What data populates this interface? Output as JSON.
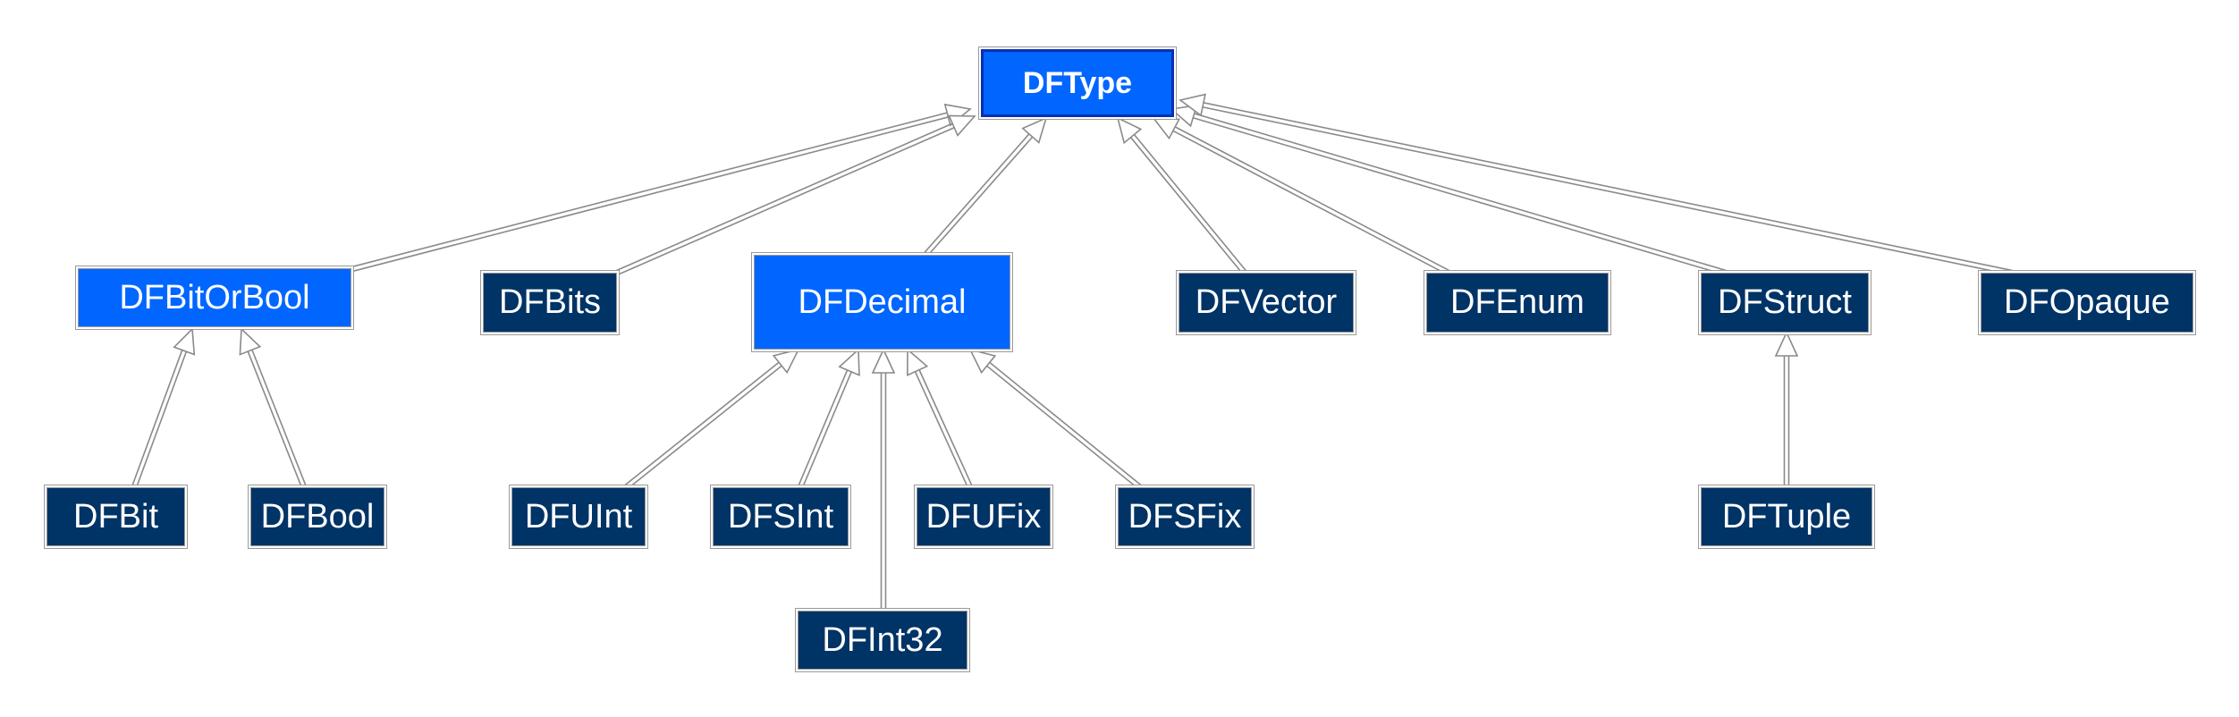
{
  "diagram": {
    "nodes": [
      {
        "id": "dftype",
        "label": "DFType"
      },
      {
        "id": "dfbitorbool",
        "label": "DFBitOrBool"
      },
      {
        "id": "dfbits",
        "label": "DFBits"
      },
      {
        "id": "dfdecimal",
        "label": "DFDecimal"
      },
      {
        "id": "dfvector",
        "label": "DFVector"
      },
      {
        "id": "dfenum",
        "label": "DFEnum"
      },
      {
        "id": "dfstruct",
        "label": "DFStruct"
      },
      {
        "id": "dfopaque",
        "label": "DFOpaque"
      },
      {
        "id": "dfbit",
        "label": "DFBit"
      },
      {
        "id": "dfbool",
        "label": "DFBool"
      },
      {
        "id": "dfuint",
        "label": "DFUInt"
      },
      {
        "id": "dfsint",
        "label": "DFSInt"
      },
      {
        "id": "dfufix",
        "label": "DFUFix"
      },
      {
        "id": "dfsfix",
        "label": "DFSFix"
      },
      {
        "id": "dfint32",
        "label": "DFInt32"
      },
      {
        "id": "dftuple",
        "label": "DFTuple"
      }
    ],
    "edges": [
      {
        "from": "dfbitorbool",
        "to": "dftype"
      },
      {
        "from": "dfbits",
        "to": "dftype"
      },
      {
        "from": "dfdecimal",
        "to": "dftype"
      },
      {
        "from": "dfvector",
        "to": "dftype"
      },
      {
        "from": "dfenum",
        "to": "dftype"
      },
      {
        "from": "dfstruct",
        "to": "dftype"
      },
      {
        "from": "dfopaque",
        "to": "dftype"
      },
      {
        "from": "dfbit",
        "to": "dfbitorbool"
      },
      {
        "from": "dfbool",
        "to": "dfbitorbool"
      },
      {
        "from": "dfuint",
        "to": "dfdecimal"
      },
      {
        "from": "dfsint",
        "to": "dfdecimal"
      },
      {
        "from": "dfufix",
        "to": "dfdecimal"
      },
      {
        "from": "dfsfix",
        "to": "dfdecimal"
      },
      {
        "from": "dfint32",
        "to": "dfdecimal"
      },
      {
        "from": "dftuple",
        "to": "dfstruct"
      }
    ],
    "colors": {
      "root_fill": "#0066ff",
      "abstract_fill": "#0066ff",
      "concrete_fill": "#003366",
      "edge": "#8a8a8a",
      "text": "#ffffff"
    }
  }
}
